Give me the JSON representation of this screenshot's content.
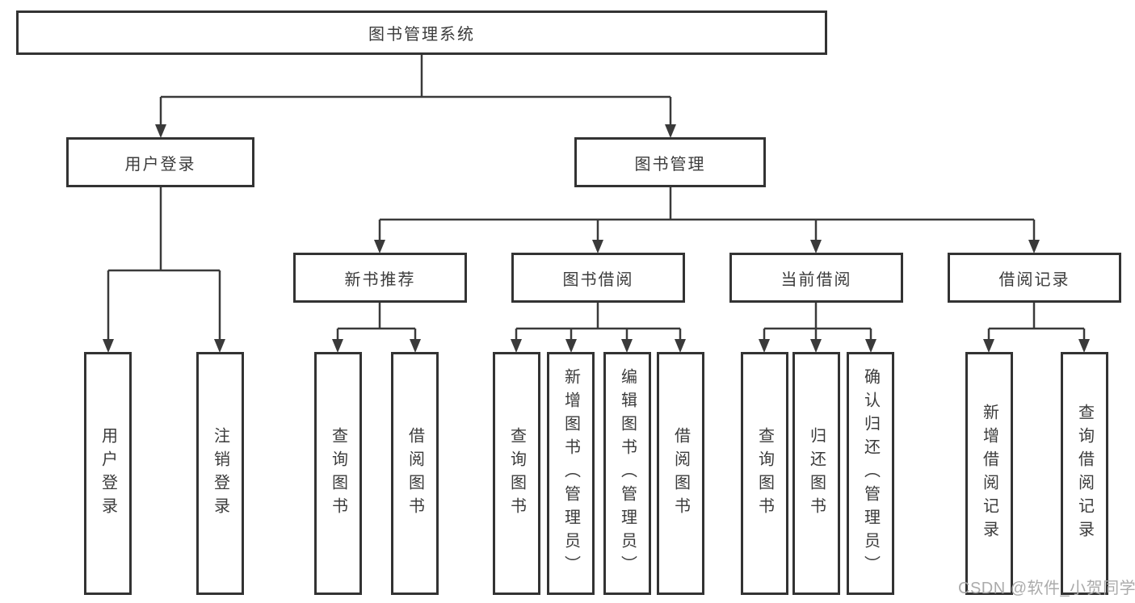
{
  "diagram": {
    "root": "图书管理系统",
    "level2": {
      "user_login": "用户登录",
      "book_mgmt": "图书管理"
    },
    "level3": {
      "new_book": "新书推荐",
      "book_borrow": "图书借阅",
      "current_borrow": "当前借阅",
      "borrow_record": "借阅记录"
    },
    "leaves": {
      "user_login": [
        "用户登录",
        "注销登录"
      ],
      "new_book": [
        "查询图书",
        "借阅图书"
      ],
      "book_borrow": [
        "查询图书",
        "新增图书（管理员）",
        "编辑图书（管理员）",
        "借阅图书"
      ],
      "current_borrow": [
        "查询图书",
        "归还图书",
        "确认归还（管理员）"
      ],
      "borrow_record": [
        "新增借阅记录",
        "查询借阅记录"
      ]
    }
  },
  "watermark": "CSDN @软件_小贺同学",
  "colors": {
    "line": "#3a3a3a",
    "box_border": "#333333",
    "text": "#3b3b3b",
    "watermark": "#ababab",
    "background": "#ffffff"
  }
}
